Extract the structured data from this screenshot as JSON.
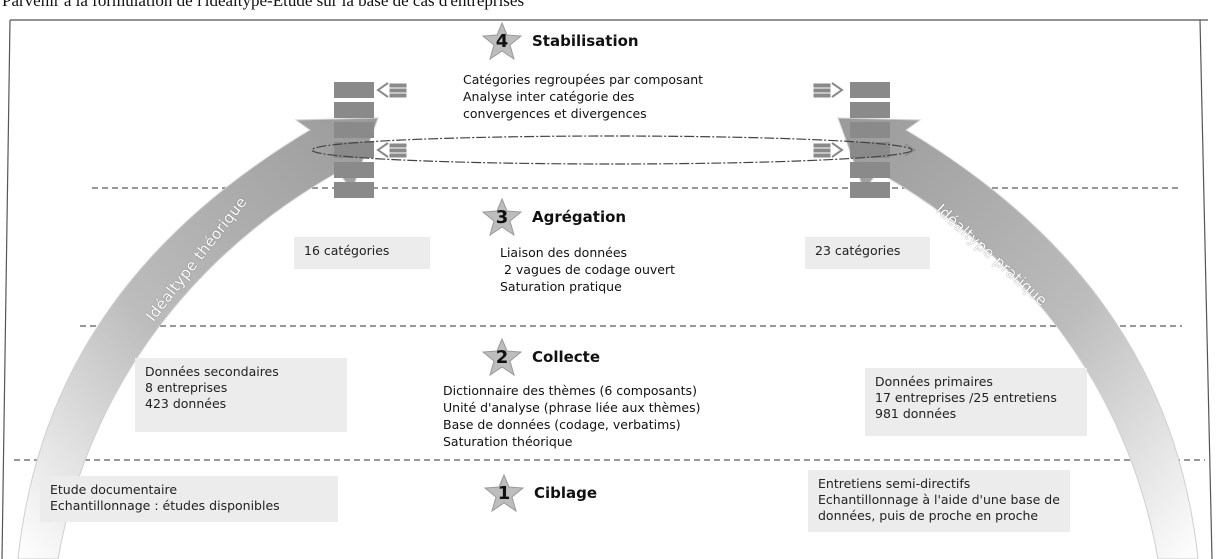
{
  "top_caption": "Parvenir à la formulation de l'idéaltype-Etude sur la base de cas d'entreprises",
  "arrows": {
    "left_label": "Idéaltype théorique",
    "right_label": "Idéaltype pratique"
  },
  "stages": [
    {
      "number": "4",
      "title": "Stabilisation",
      "lines": [
        "Catégories regroupées par composant",
        "Analyse inter catégorie des",
        "convergences et divergences"
      ]
    },
    {
      "number": "3",
      "title": "Agrégation",
      "lines": [
        "Liaison des données",
        " 2 vagues de codage ouvert",
        "Saturation pratique"
      ],
      "left_box": [
        "16 catégories"
      ],
      "right_box": [
        "23 catégories"
      ]
    },
    {
      "number": "2",
      "title": "Collecte",
      "lines": [
        "Dictionnaire des thèmes (6 composants)",
        "Unité d'analyse (phrase liée aux thèmes)",
        "Base de données (codage, verbatims)",
        "Saturation théorique"
      ],
      "left_box": [
        "Données secondaires",
        "8 entreprises",
        "423 données"
      ],
      "right_box": [
        "Données primaires",
        "17 entreprises /25 entretiens",
        "981 données"
      ]
    },
    {
      "number": "1",
      "title": "Ciblage",
      "left_box": [
        "Etude documentaire",
        "Echantillonnage : études disponibles"
      ],
      "right_box": [
        "Entretiens semi-directifs",
        "Echantillonnage à l'aide d'une base de",
        "données, puis de proche en proche"
      ]
    }
  ],
  "colors": {
    "arrow_fill": "#a9a9a9",
    "arrow_light": "#d8d8d8",
    "box_fill": "#ececec",
    "block_fill": "#8a8a8a",
    "star_fill": "#bdbdbd"
  }
}
